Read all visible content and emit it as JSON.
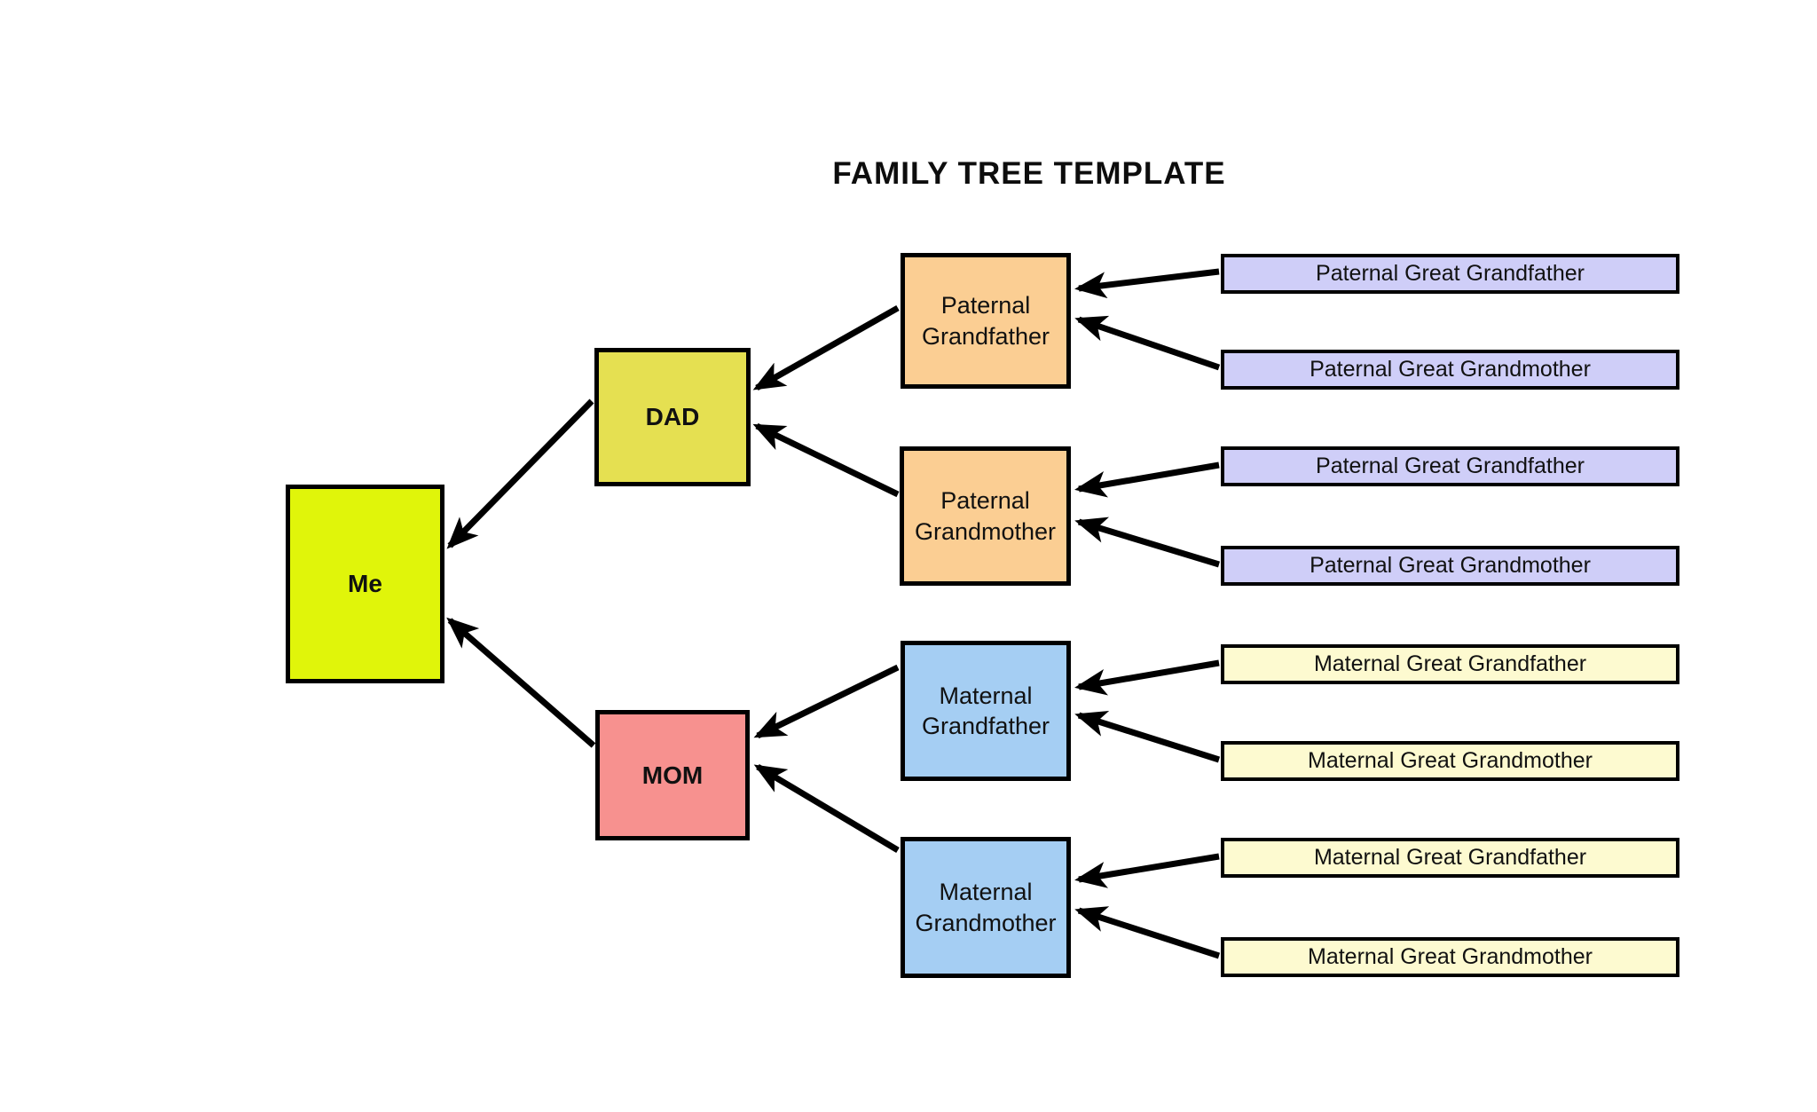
{
  "title": "FAMILY TREE TEMPLATE",
  "colors": {
    "background": "#FFFFFF",
    "border": "#000000",
    "arrow": "#000000",
    "text": "#111111",
    "me_fill": "#E0F50A",
    "dad_fill": "#E5E051",
    "mom_fill": "#F7918F",
    "paternal_grandparent_fill": "#FBCE93",
    "maternal_grandparent_fill": "#A5CEF3",
    "paternal_great_grandparent_fill": "#CFCEF8",
    "maternal_great_grandparent_fill": "#FDFAD0"
  },
  "nodes": {
    "me": {
      "label": "Me",
      "fill": "#E0F50A"
    },
    "dad": {
      "label": "DAD",
      "fill": "#E5E051"
    },
    "mom": {
      "label": "MOM",
      "fill": "#F7918F"
    },
    "paternal_grandfather": {
      "label": "Paternal Grandfather",
      "fill": "#FBCE93"
    },
    "paternal_grandmother": {
      "label": "Paternal Grandmother",
      "fill": "#FBCE93"
    },
    "maternal_grandfather": {
      "label": "Maternal Grandfather",
      "fill": "#A5CEF3"
    },
    "maternal_grandmother": {
      "label": "Maternal Grandmother",
      "fill": "#A5CEF3"
    }
  },
  "great_grandparents": [
    {
      "label": "Paternal Great Grandfather",
      "fill": "#CFCEF8"
    },
    {
      "label": "Paternal Great Grandmother",
      "fill": "#CFCEF8"
    },
    {
      "label": "Paternal Great Grandfather",
      "fill": "#CFCEF8"
    },
    {
      "label": "Paternal Great Grandmother",
      "fill": "#CFCEF8"
    },
    {
      "label": "Maternal Great Grandfather",
      "fill": "#FDFAD0"
    },
    {
      "label": "Maternal Great Grandmother",
      "fill": "#FDFAD0"
    },
    {
      "label": "Maternal Great Grandfather",
      "fill": "#FDFAD0"
    },
    {
      "label": "Maternal Great Grandmother",
      "fill": "#FDFAD0"
    }
  ]
}
